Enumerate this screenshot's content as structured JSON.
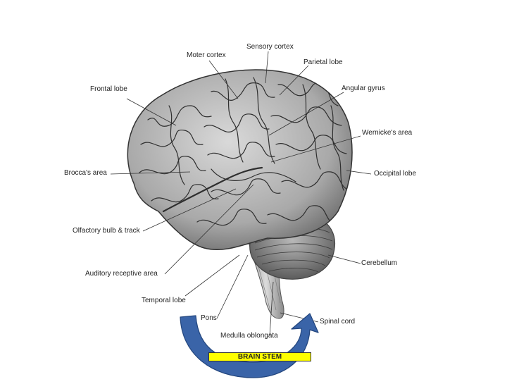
{
  "labels": {
    "sensory_cortex": "Sensory cortex",
    "moter_cortex": "Moter cortex",
    "parietal_lobe": "Parietal lobe",
    "frontal_lobe": "Frontal lobe",
    "angular_gyrus": "Angular gyrus",
    "wernickes_area": "Wernicke's area",
    "brocas_area": "Brocca's area",
    "occipital_lobe": "Occipital lobe",
    "olfactory_bulb": "Olfactory bulb & track",
    "cerebellum": "Cerebellum",
    "auditory_area": "Auditory  receptive area",
    "temporal_lobe": "Temporal lobe",
    "pons": "Pons",
    "spinal_cord": "Spinal cord",
    "medulla": "Medulla oblongata",
    "brain_stem": "BRAIN STEM"
  },
  "colors": {
    "arrow": "#3a64a8",
    "arrow_outline": "#23467e",
    "brain_stem_box": "#ffff00",
    "leader_line": "#333333"
  }
}
